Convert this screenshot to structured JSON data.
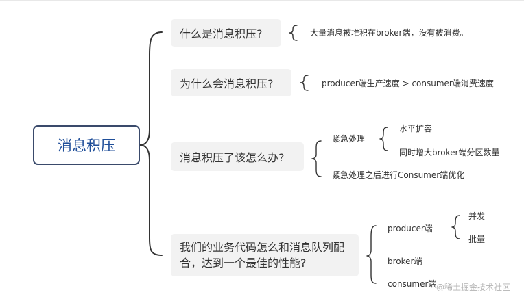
{
  "root": {
    "label": "消息积压"
  },
  "topics": [
    {
      "label": "什么是消息积压?",
      "children": [
        {
          "label": "大量消息被堆积在broker端，没有被消费。"
        }
      ]
    },
    {
      "label": "为什么会消息积压?",
      "children": [
        {
          "label": "producer端生产速度 > consumer端消费速度"
        }
      ]
    },
    {
      "label": "消息积压了该怎么办?",
      "children": [
        {
          "label": "紧急处理",
          "children": [
            {
              "label": "水平扩容"
            },
            {
              "label": "同时增大broker端分区数量"
            }
          ]
        },
        {
          "label": "紧急处理之后进行Consumer端优化"
        }
      ]
    },
    {
      "label": "我们的业务代码怎么和消息队列配合，达到一个最佳的性能?",
      "children": [
        {
          "label": "producer端",
          "children": [
            {
              "label": "并发"
            },
            {
              "label": "批量"
            }
          ]
        },
        {
          "label": "broker端"
        },
        {
          "label": "consumer端"
        }
      ]
    }
  ],
  "watermark": "@稀土掘金技术社区",
  "colors": {
    "root_border": "#3a4a6b",
    "root_text": "#1f4e99",
    "topic_bg": "#f2f2f2",
    "brace": "#333333"
  }
}
